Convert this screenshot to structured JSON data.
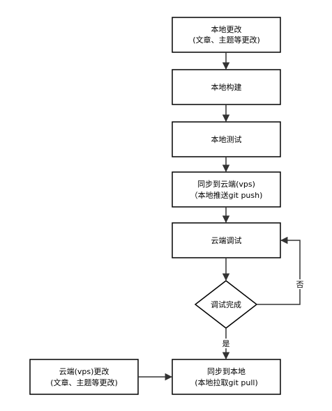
{
  "nodes": {
    "local_change": {
      "line1": "本地更改",
      "line2": "(文章、主题等更改)"
    },
    "local_build": {
      "label": "本地构建"
    },
    "local_test": {
      "label": "本地测试"
    },
    "sync_to_cloud": {
      "line1": "同步到云端(vps)",
      "line2": "（本地推送git push)"
    },
    "cloud_debug": {
      "label": "云端调试"
    },
    "debug_done": {
      "label": "调试完成"
    },
    "sync_to_local": {
      "line1": "同步到本地",
      "line2": "(本地拉取git pull)"
    },
    "cloud_change": {
      "line1": "云端(vps)更改",
      "line2": "(文章、主题等更改)"
    }
  },
  "edges": {
    "yes_label": "是",
    "no_label": "否"
  },
  "colors": {
    "stroke": "#000000",
    "fill": "#ffffff",
    "connector": "#333333"
  }
}
